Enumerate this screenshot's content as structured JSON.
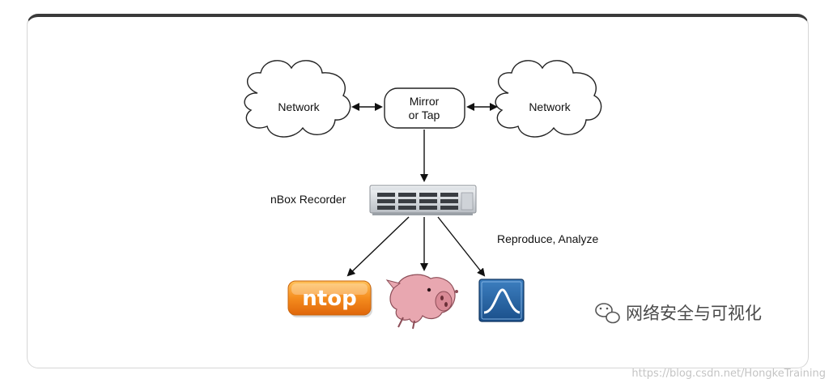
{
  "diagram": {
    "nodes": {
      "network_left": "Network",
      "mirror_line1": "Mirror",
      "mirror_line2": "or Tap",
      "network_right": "Network",
      "recorder": "nBox Recorder",
      "reproduce": "Reproduce, Analyze"
    },
    "tools": {
      "ntop_logo": "ntop",
      "pig_icon": "snort-pig-icon",
      "wireshark_icon": "wireshark-fin-icon"
    }
  },
  "watermark": {
    "wechat_icon": "wechat-icon",
    "label": "网络安全与可视化",
    "url": "https://blog.csdn.net/HongkeTraining"
  }
}
